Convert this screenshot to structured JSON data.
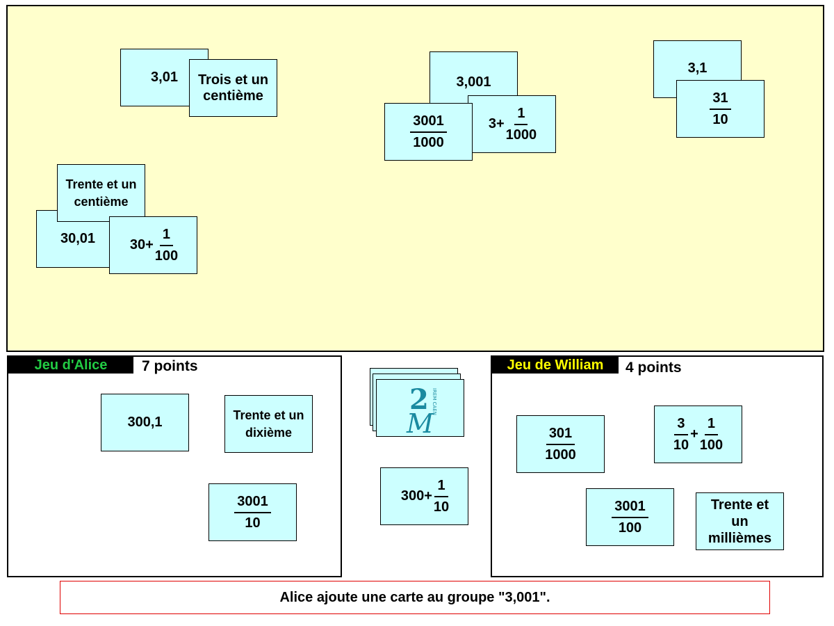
{
  "board": {
    "cards": [
      {
        "text": "3,01"
      },
      {
        "text": "Trois et un centième"
      },
      {
        "text": "3,001"
      },
      {
        "whole": "3+",
        "num": "1",
        "den": "1000"
      },
      {
        "num": "3001",
        "den": "1000"
      },
      {
        "text": "3,1"
      },
      {
        "num": "31",
        "den": "10"
      },
      {
        "text": "30,01"
      },
      {
        "text": "Trente et un centième"
      },
      {
        "whole": "30+",
        "num": "1",
        "den": "100"
      }
    ]
  },
  "alice": {
    "title": "Jeu d'Alice",
    "points": "7 points",
    "title_color": "#22cc44",
    "cards": [
      {
        "text": "300,1"
      },
      {
        "text": "Trente et un dixième"
      },
      {
        "num": "3001",
        "den": "10"
      }
    ]
  },
  "center": {
    "deck_logo": "2M IREM CAEN",
    "card": {
      "whole": "300+",
      "num": "1",
      "den": "10"
    }
  },
  "william": {
    "title": "Jeu de William",
    "points": "4 points",
    "title_color": "#ffff00",
    "cards": [
      {
        "num": "301",
        "den": "1000"
      },
      {
        "num1": "3",
        "den1": "10",
        "plus": "+",
        "num2": "1",
        "den2": "100"
      },
      {
        "num": "3001",
        "den": "100"
      },
      {
        "text": "Trente et un millièmes"
      }
    ]
  },
  "status": "Alice ajoute une carte au groupe \"3,001\"."
}
